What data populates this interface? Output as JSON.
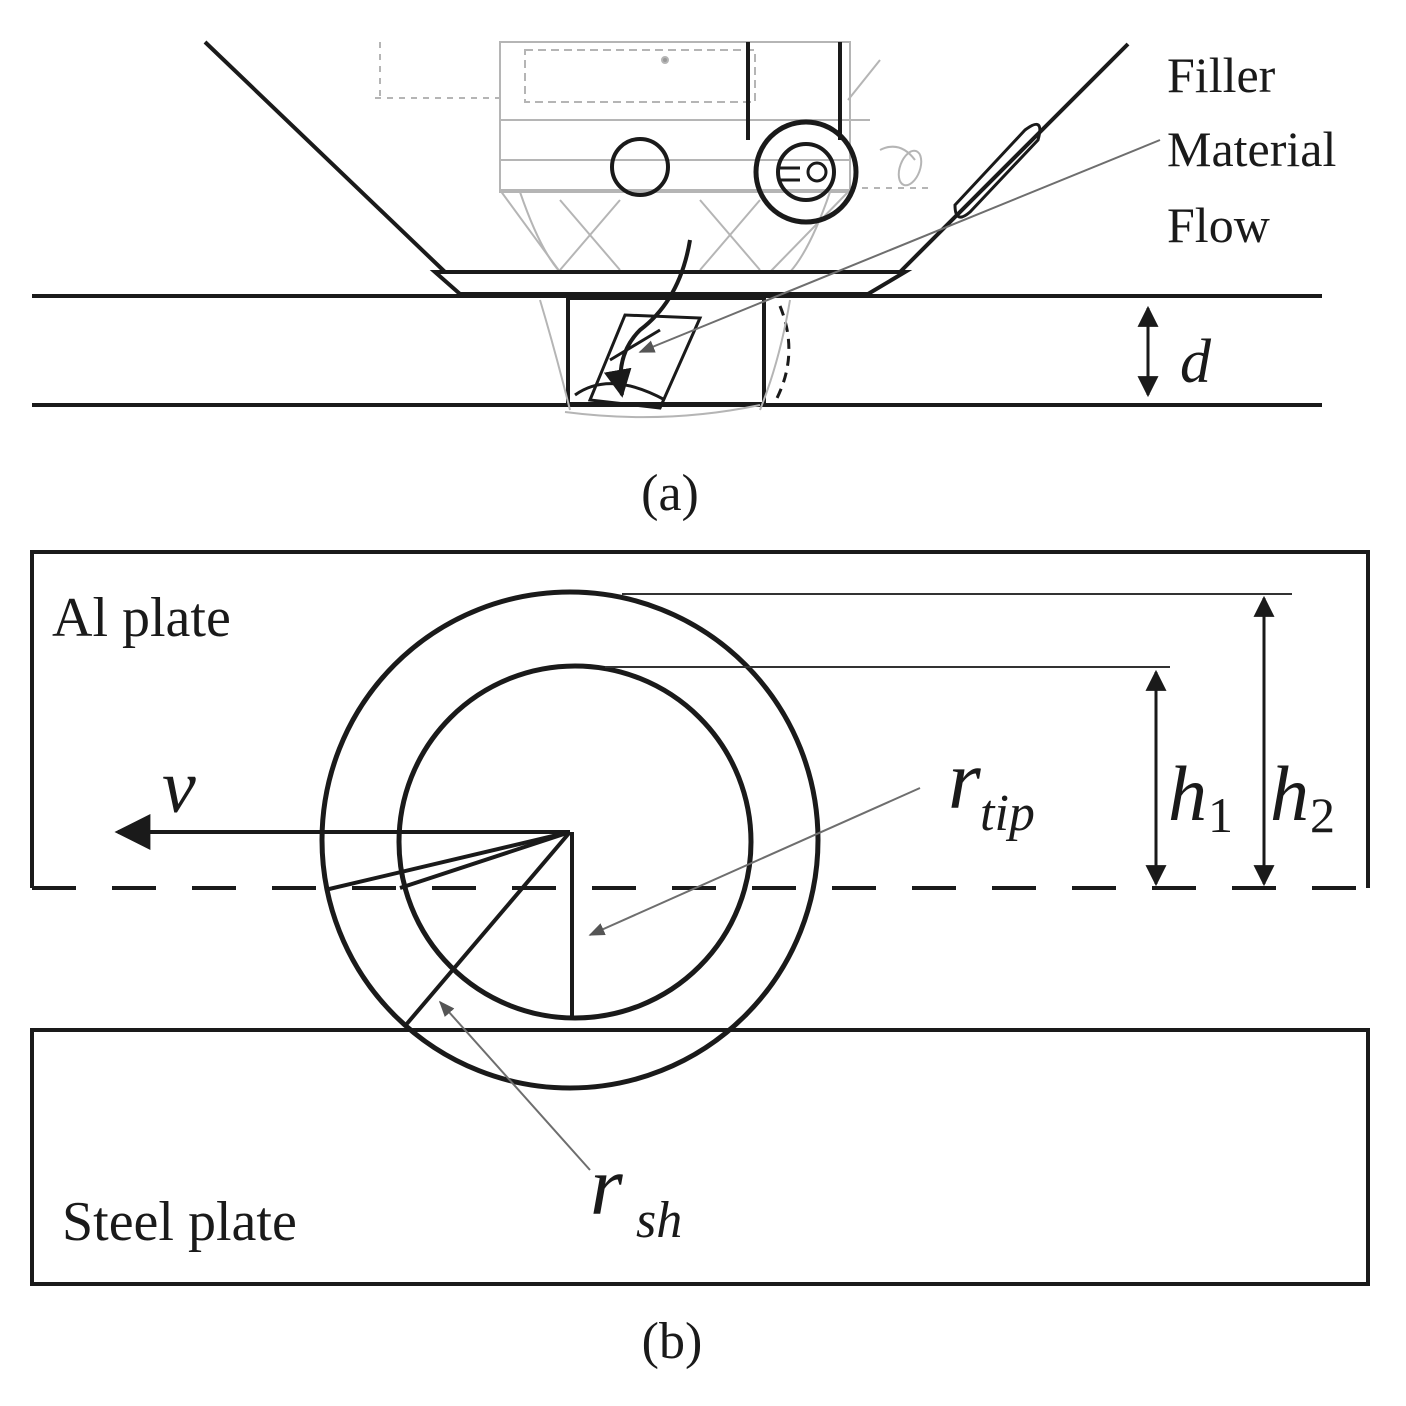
{
  "panel_a": {
    "caption": "(a)",
    "filler_label_line1": "Filler",
    "filler_label_line2": "Material",
    "filler_label_line3": "Flow",
    "depth_label": "d"
  },
  "panel_b": {
    "caption": "(b)",
    "al_plate_label": "Al plate",
    "steel_plate_label": "Steel plate",
    "velocity_label": "v",
    "r_tip_main": "r",
    "r_tip_sub": "tip",
    "r_sh_main": "r",
    "r_sh_sub": "sh",
    "h1_main": "h",
    "h1_sub": "1",
    "h2_main": "h",
    "h2_sub": "2"
  },
  "colors": {
    "line": "#1a1a1a",
    "faint_line": "#b5b5b5",
    "leader_line": "#6e6e6e"
  }
}
